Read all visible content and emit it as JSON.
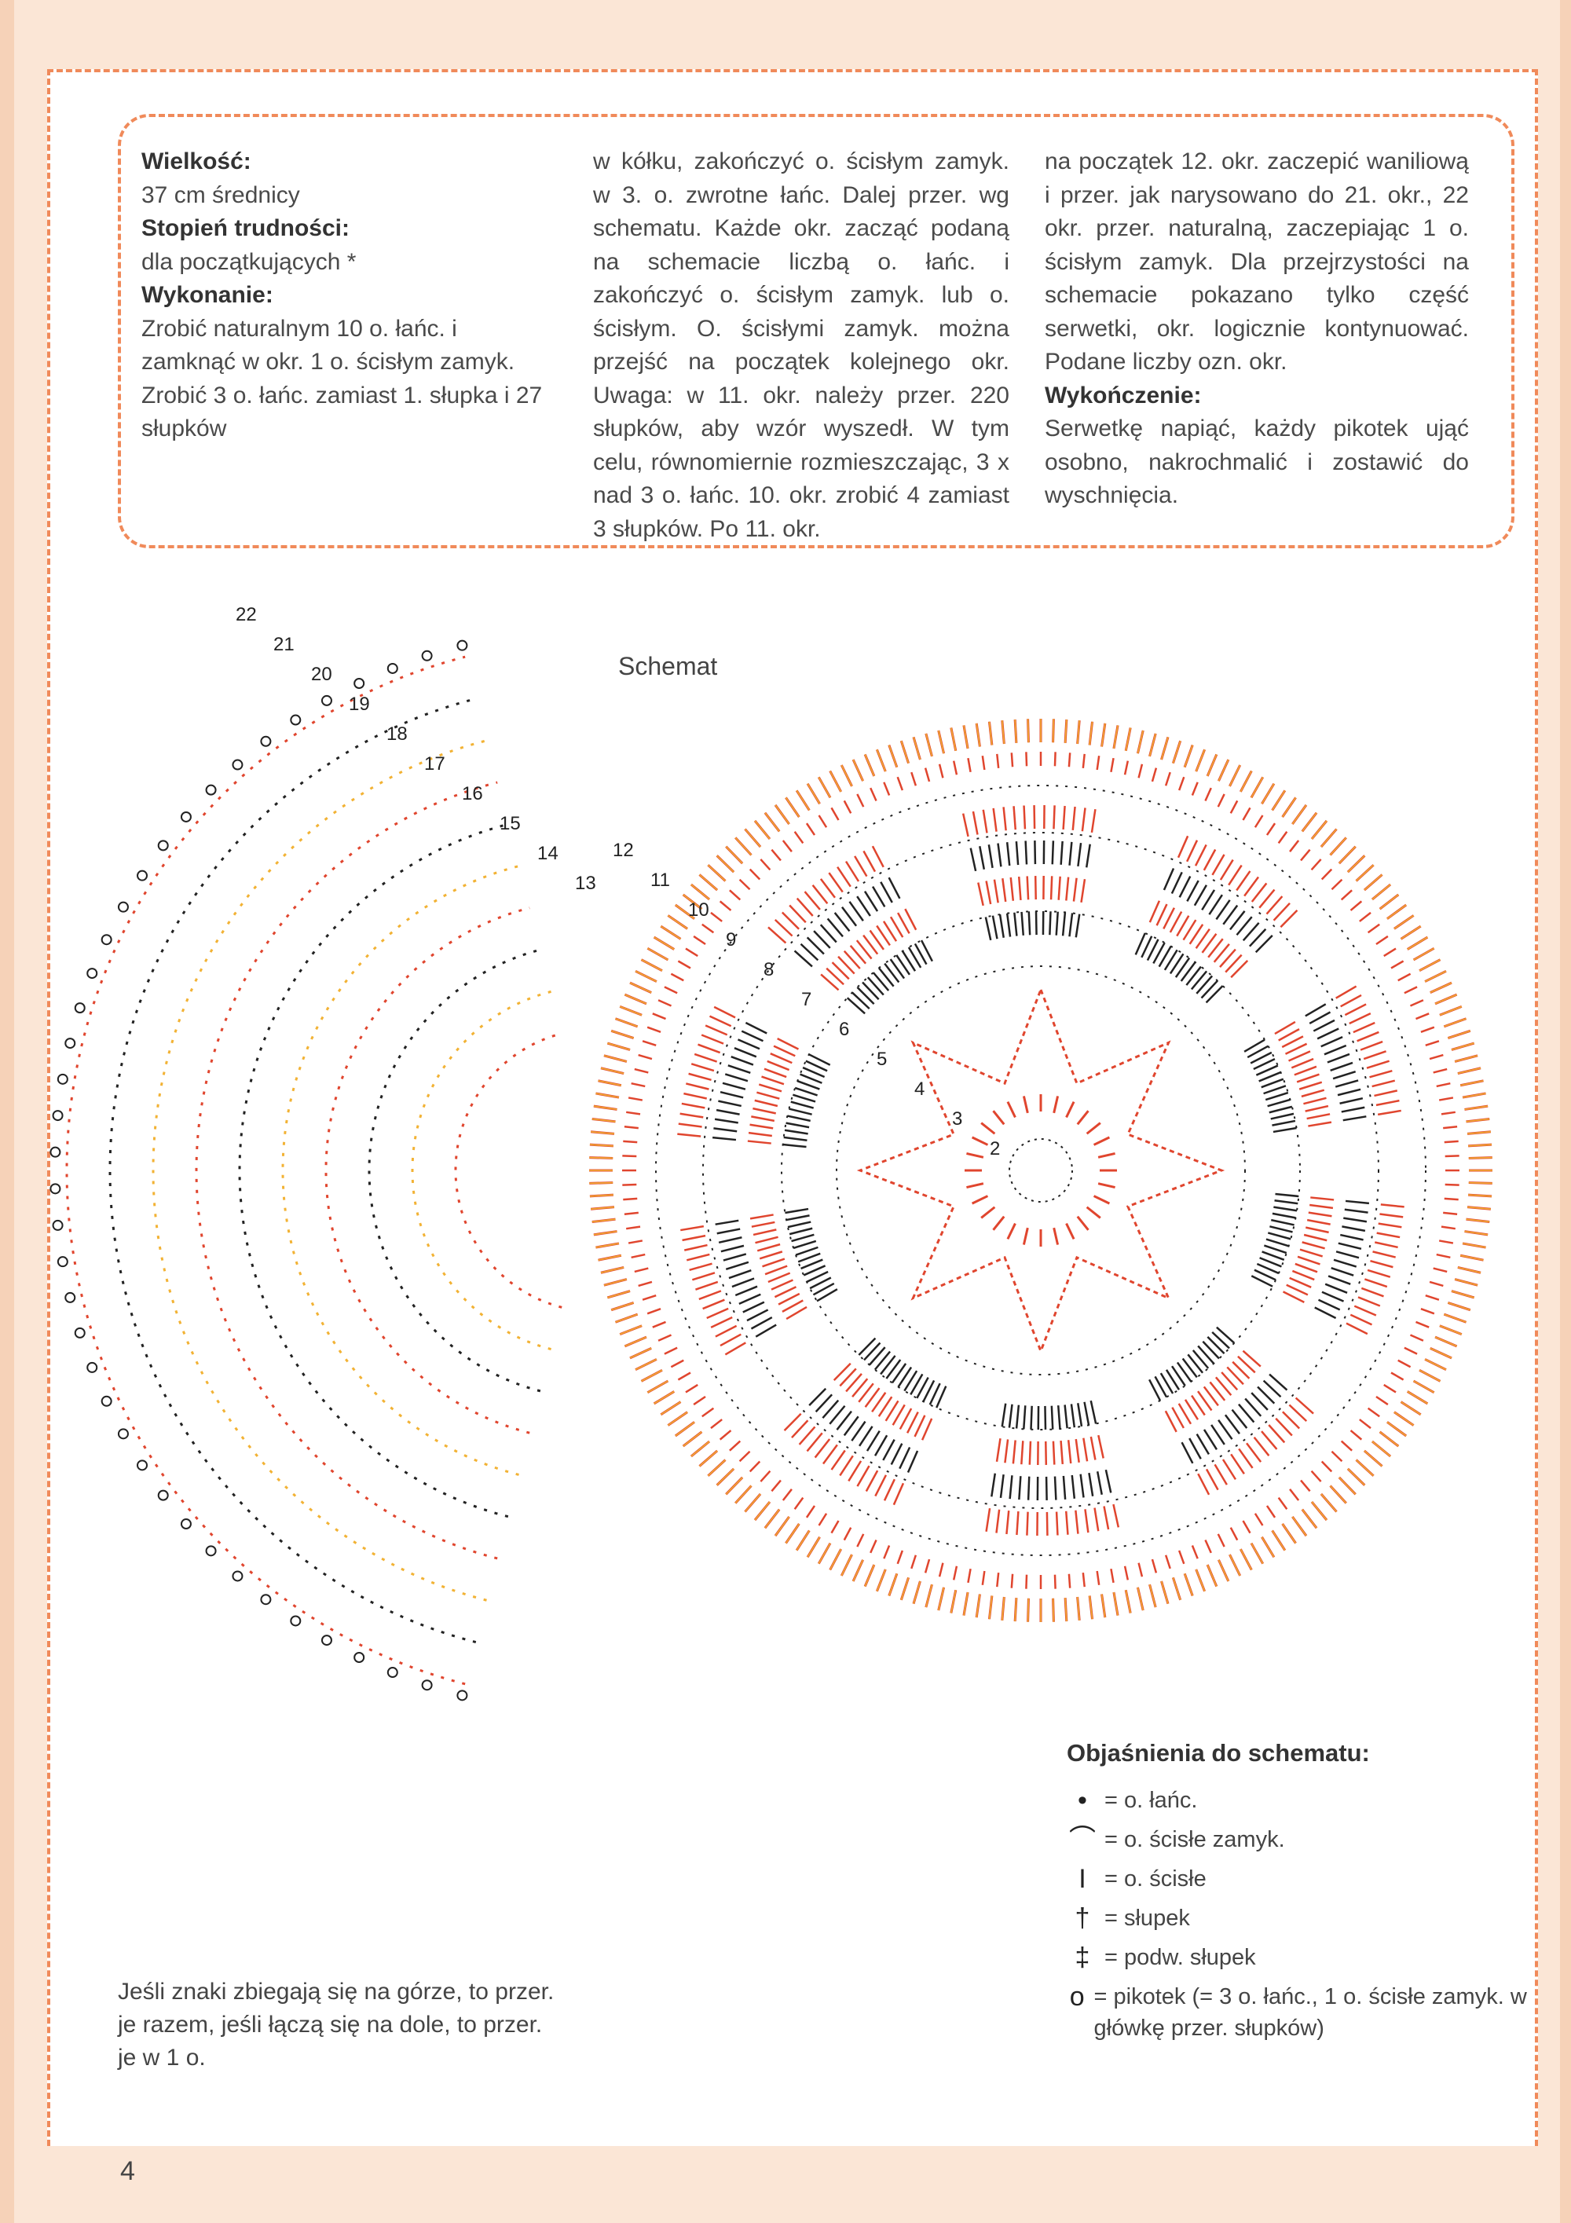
{
  "colors": {
    "accent_orange": "#f08a5a",
    "red": "#e0452e",
    "yellow": "#f2b234",
    "black": "#222222"
  },
  "col1": {
    "size_label": "Wielkość:",
    "size_value": "37 cm średnicy",
    "difficulty_label": "Stopień trudności:",
    "difficulty_value": "dla początkujących *",
    "execution_label": "Wykonanie:",
    "execution_text": "Zrobić naturalnym 10 o. łańc. i zamknąć w okr. 1 o. ścisłym zamyk. Zrobić 3 o. łańc. zamiast 1. słupka i 27 słupków"
  },
  "col2": {
    "text": "w kółku, zakończyć o. ścisłym zamyk. w 3. o. zwrotne łańc. Dalej przer. wg schematu. Każde okr. zacząć podaną na schemacie liczbą o. łańc. i zakończyć o. ścisłym zamyk. lub o. ścisłym. O. ścisłymi zamyk. można przejść na początek kolejnego okr. Uwaga: w 11. okr. należy przer. 220 słupków, aby wzór wyszedł. W tym celu, równomiernie rozmieszczając, 3 x nad 3 o. łańc. 10. okr. zrobić 4 zamiast 3 słupków. Po 11. okr."
  },
  "col3": {
    "text": "na początek 12. okr. zaczepić waniliową i przer. jak narysowano do 21. okr., 22 okr. przer. naturalną, zaczepiając 1 o. ścisłym zamyk. Dla przejrzystości na schemacie pokazano tylko część serwetki, okr. logicznie kontynuować. Podane liczby ozn. okr.",
    "finish_label": "Wykończenie:",
    "finish_text": "Serwetkę napiąć, każdy pikotek ująć osobno, nakrochmalić i zostawić do wyschnięcia."
  },
  "schemat_label": "Schemat",
  "round_numbers": [
    "2",
    "3",
    "4",
    "5",
    "6",
    "7",
    "8",
    "9",
    "10",
    "11",
    "12",
    "13",
    "14",
    "15",
    "16",
    "17",
    "18",
    "19",
    "20",
    "21",
    "22"
  ],
  "legend": {
    "title": "Objaśnienia do schematu:",
    "items": [
      {
        "icon": "dot-icon",
        "symbol": "•",
        "text": "= o. łańc."
      },
      {
        "icon": "arc-icon",
        "symbol": "⌒",
        "text": "= o. ścisłe zamyk."
      },
      {
        "icon": "bar-icon",
        "symbol": "I",
        "text": "= o. ścisłe"
      },
      {
        "icon": "treble-icon",
        "symbol": "†",
        "text": "= słupek"
      },
      {
        "icon": "double-treble-icon",
        "symbol": "‡",
        "text": "= podw. słupek"
      },
      {
        "icon": "picot-icon",
        "symbol": "o",
        "text": "= pikotek (= 3 o. łańc., 1 o. ścisłe zamyk. w główkę przer. słupków)"
      }
    ]
  },
  "bottom_note": "Jeśli znaki zbiegają się na górze, to przer. je razem, jeśli łączą się na dole, to przer. je w 1 o.",
  "page_number": "4"
}
